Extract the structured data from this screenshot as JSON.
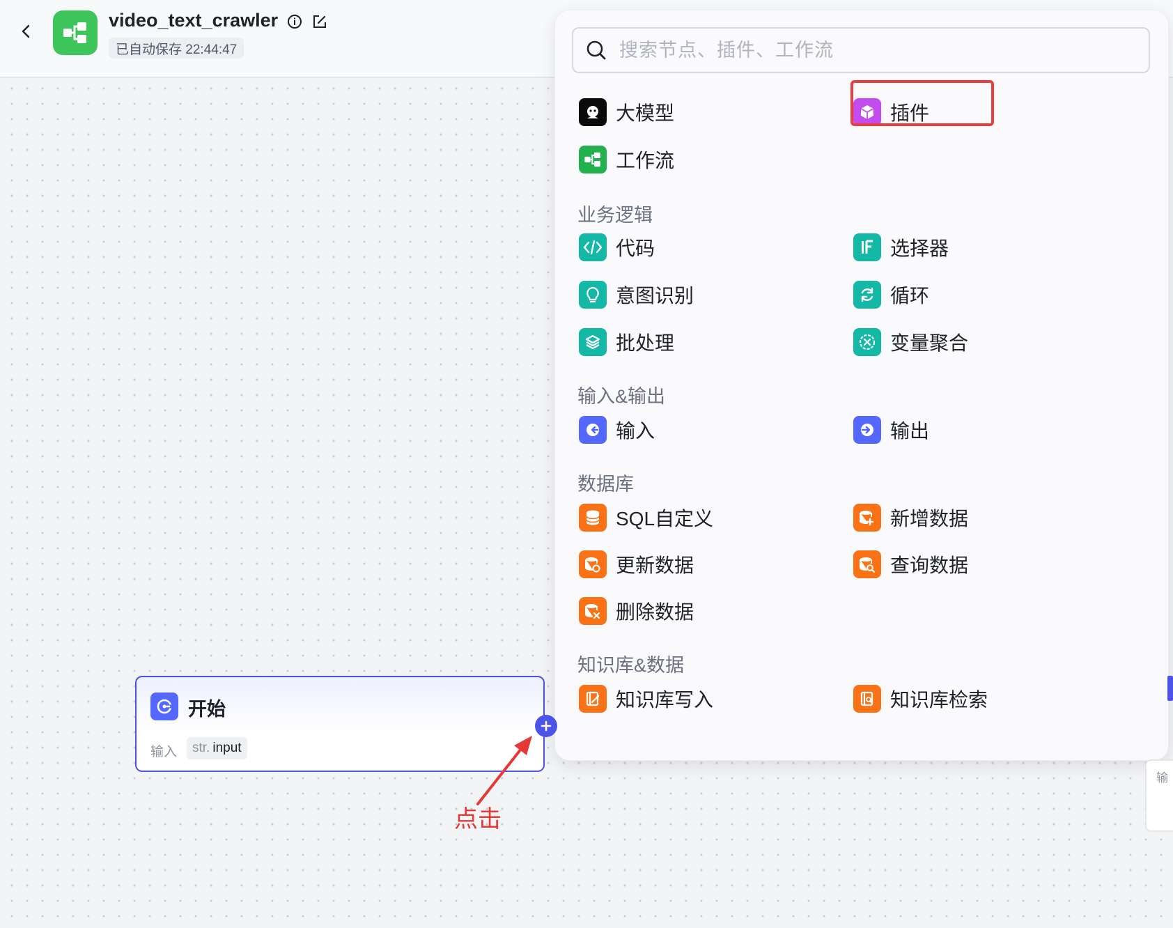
{
  "header": {
    "title": "video_text_crawler",
    "autosave": "已自动保存 22:44:47"
  },
  "panel": {
    "search_placeholder": "搜索节点、插件、工作流",
    "top_items": [
      {
        "label": "大模型",
        "icon": "llm-icon"
      },
      {
        "label": "插件",
        "icon": "plugin-icon"
      },
      {
        "label": "工作流",
        "icon": "workflow-icon"
      }
    ],
    "sections": [
      {
        "title": "业务逻辑",
        "items": [
          {
            "label": "代码",
            "icon": "code-icon"
          },
          {
            "label": "选择器",
            "icon": "if-selector-icon"
          },
          {
            "label": "意图识别",
            "icon": "intent-icon"
          },
          {
            "label": "循环",
            "icon": "loop-icon"
          },
          {
            "label": "批处理",
            "icon": "batch-icon"
          },
          {
            "label": "变量聚合",
            "icon": "variable-merge-icon"
          }
        ]
      },
      {
        "title": "输入&输出",
        "items": [
          {
            "label": "输入",
            "icon": "input-icon"
          },
          {
            "label": "输出",
            "icon": "output-icon"
          }
        ]
      },
      {
        "title": "数据库",
        "items": [
          {
            "label": "SQL自定义",
            "icon": "sql-icon"
          },
          {
            "label": "新增数据",
            "icon": "add-data-icon"
          },
          {
            "label": "更新数据",
            "icon": "update-data-icon"
          },
          {
            "label": "查询数据",
            "icon": "query-data-icon"
          },
          {
            "label": "删除数据",
            "icon": "delete-data-icon"
          }
        ]
      },
      {
        "title": "知识库&数据",
        "items": [
          {
            "label": "知识库写入",
            "icon": "kb-write-icon"
          },
          {
            "label": "知识库检索",
            "icon": "kb-search-icon"
          }
        ]
      }
    ]
  },
  "start_node": {
    "title": "开始",
    "input_label": "输入",
    "param_type": "str.",
    "param_name": "input"
  },
  "annotation": {
    "click_label": "点击"
  },
  "edge_node": {
    "partial_label": "输"
  },
  "colors": {
    "accent": "#4d53e8",
    "highlight": "#ea3e3e",
    "teal": "#14b8a6",
    "orange": "#f97316",
    "indigo": "#5468ff",
    "green": "#3ec65d",
    "purple": "#c34cf0"
  }
}
